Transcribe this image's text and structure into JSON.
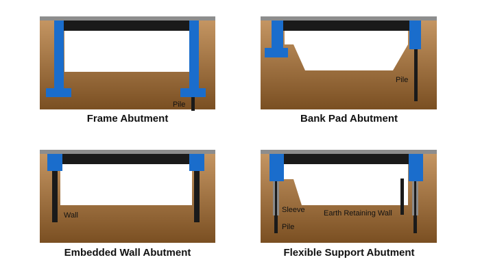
{
  "colors": {
    "soil_top": "#c49562",
    "soil_bottom": "#7a4f22",
    "deck_gray": "#8d8d8d",
    "deck_black": "#1a1a1a",
    "support_blue": "#1a6dcc",
    "pile_black": "#1a1a1a",
    "sleeve_gray": "#8a8a8a"
  },
  "panels": [
    {
      "title": "Frame Abutment",
      "labels": {
        "pile": "Pile"
      }
    },
    {
      "title": "Bank Pad Abutment",
      "labels": {
        "pile": "Pile"
      }
    },
    {
      "title": "Embedded Wall Abutment",
      "labels": {
        "wall": "Wall"
      }
    },
    {
      "title": "Flexible Support Abutment",
      "labels": {
        "sleeve": "Sleeve",
        "pile": "Pile",
        "earth_wall": "Earth Retaining Wall"
      }
    }
  ]
}
